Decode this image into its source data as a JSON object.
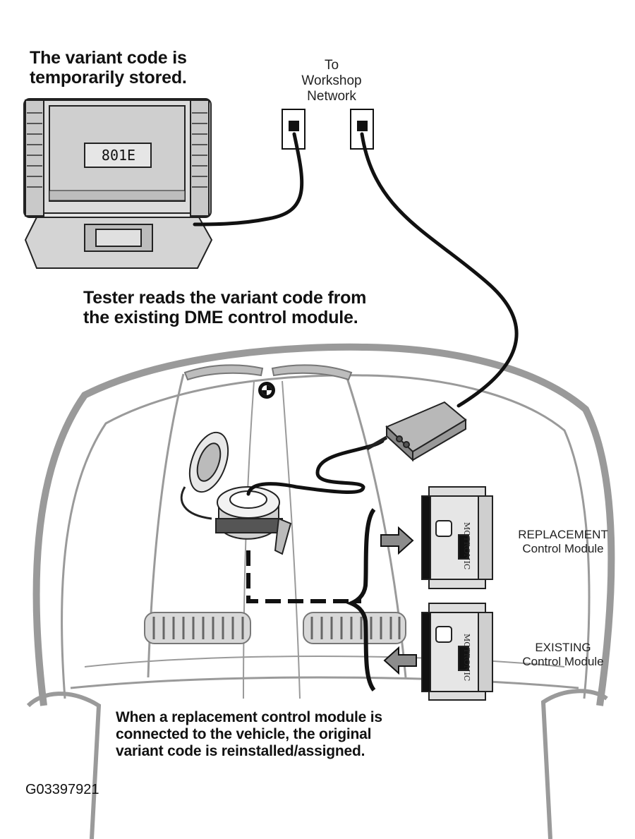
{
  "captions": {
    "stored_line1": "The variant code is",
    "stored_line2": "temporarily stored.",
    "tester_line1": "Tester reads the variant code from",
    "tester_line2": "the existing DME control module.",
    "bottom_line1": "When a replacement control module is",
    "bottom_line2": "connected to the vehicle, the original",
    "bottom_line3": "variant code is reinstalled/assigned."
  },
  "labels": {
    "network_line1": "To",
    "network_line2": "Workshop",
    "network_line3": "Network",
    "replacement_line1": "REPLACEMENT",
    "replacement_line2": "Control Module",
    "existing_line1": "EXISTING",
    "existing_line2": "Control Module"
  },
  "screen": {
    "readout": "801E"
  },
  "modules": {
    "brand": "MOTRONIC"
  },
  "figure_id": "G03397921",
  "icons": [
    "tester-monitor",
    "wall-jack",
    "interface-adapter",
    "control-module",
    "vehicle-hood",
    "arrow-right",
    "arrow-left"
  ]
}
